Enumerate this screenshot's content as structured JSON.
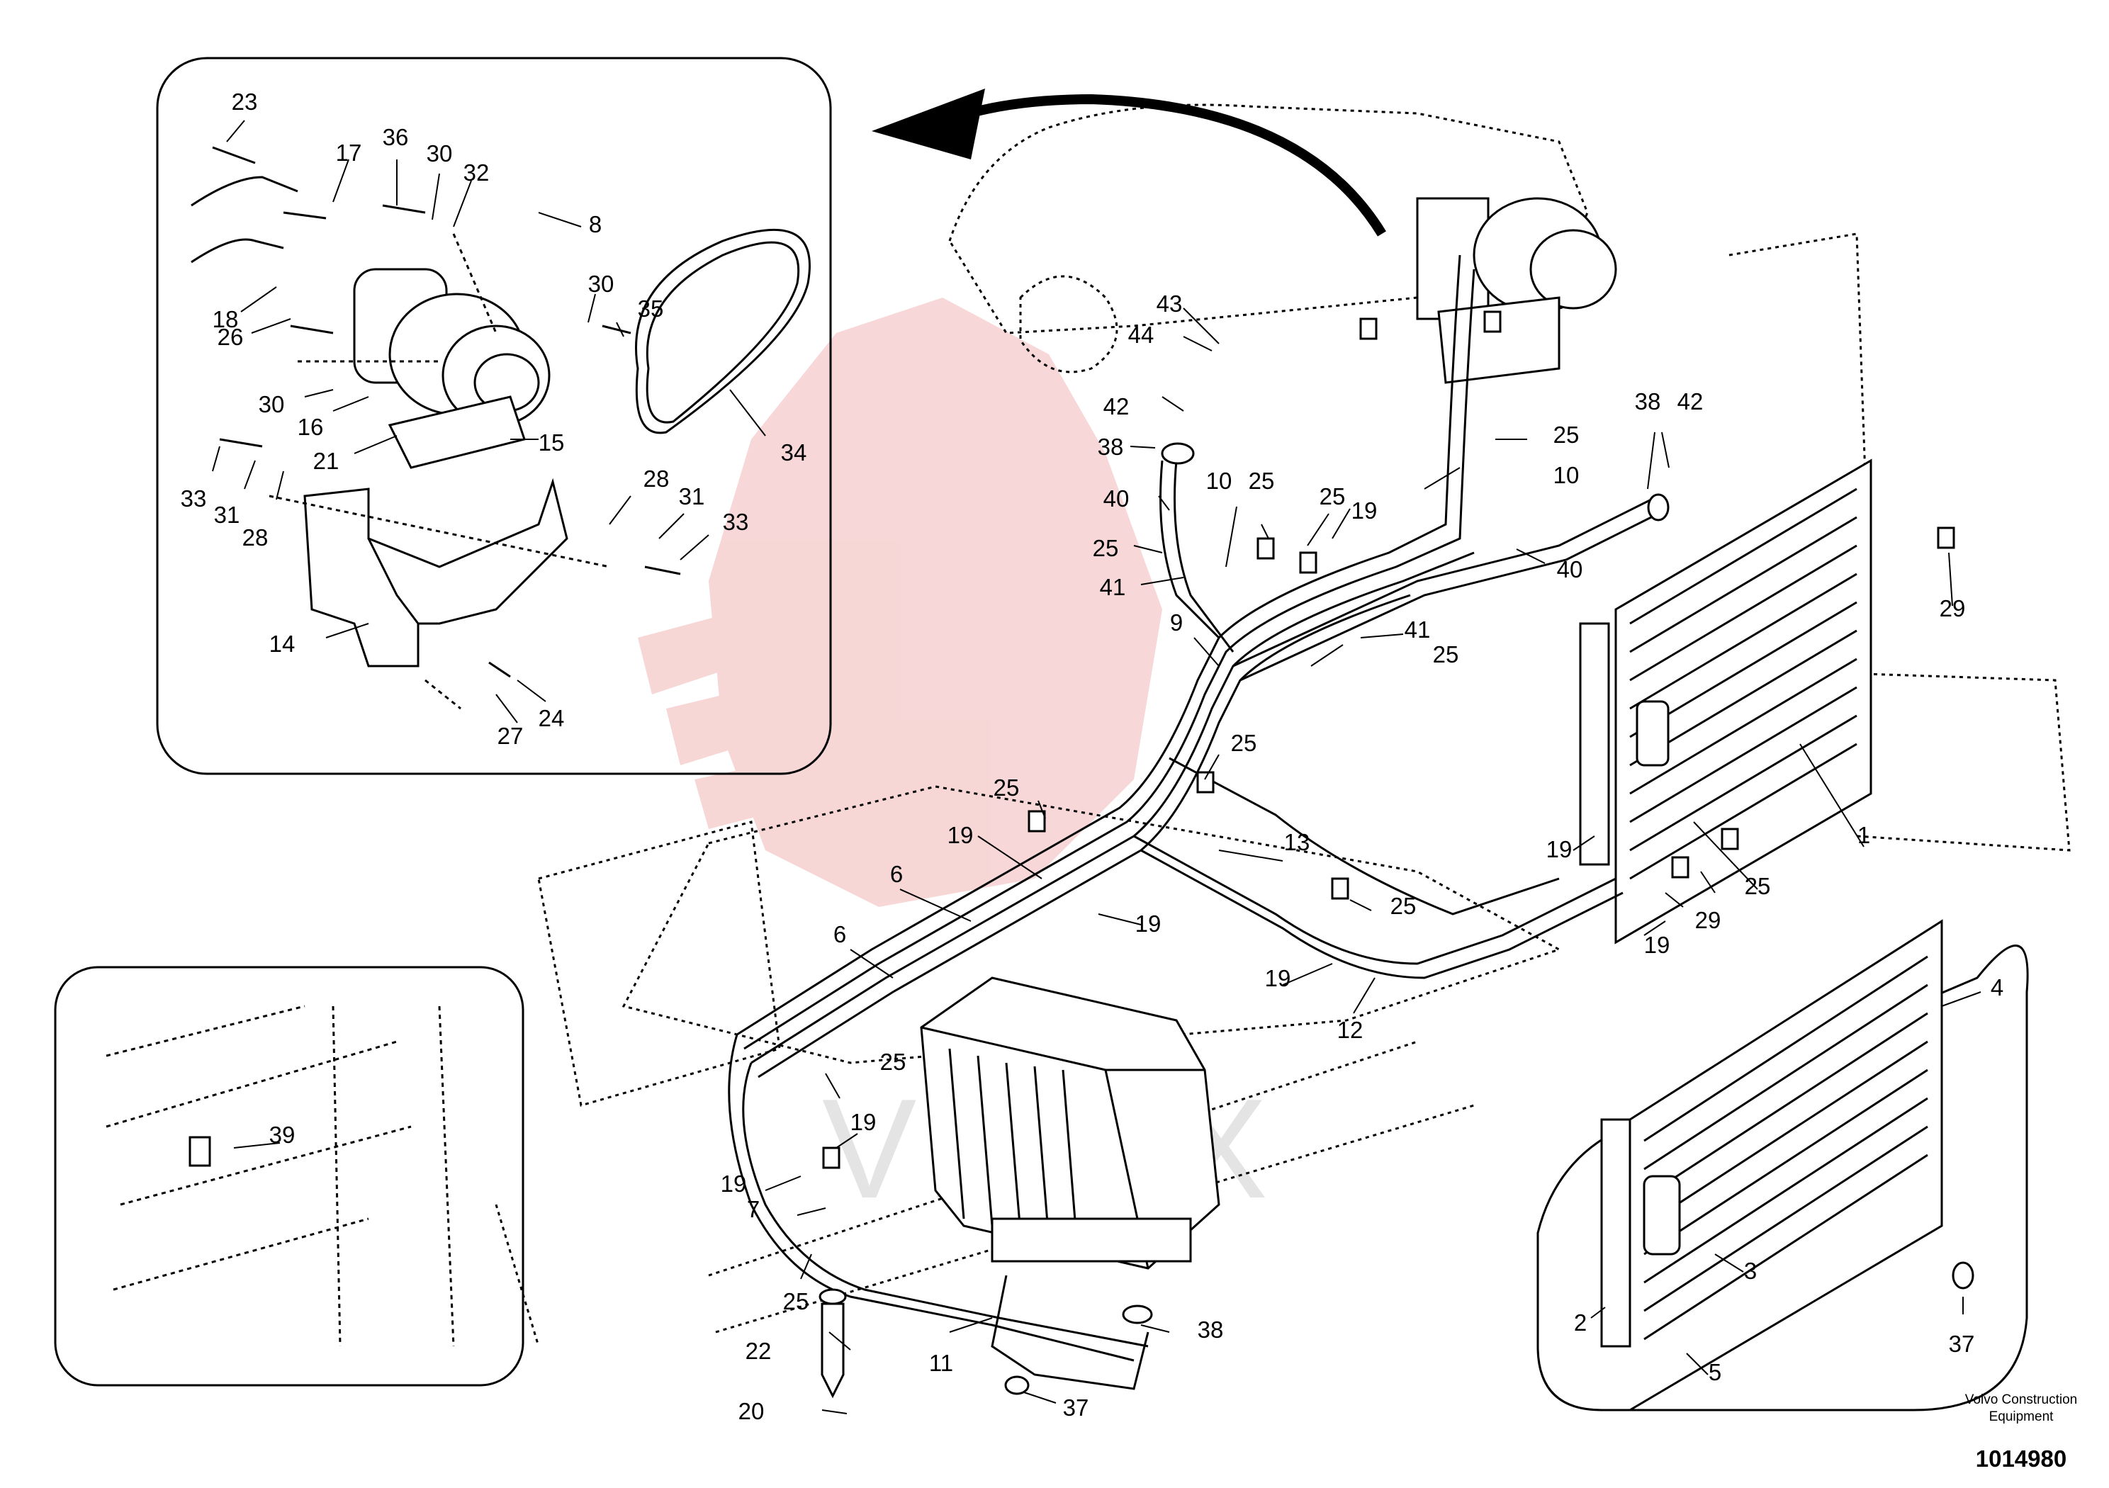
{
  "diagram": {
    "callouts": [
      {
        "id": "c23",
        "text": "23"
      },
      {
        "id": "c17",
        "text": "17"
      },
      {
        "id": "c36",
        "text": "36"
      },
      {
        "id": "c30a",
        "text": "30"
      },
      {
        "id": "c32",
        "text": "32"
      },
      {
        "id": "c8",
        "text": "8"
      },
      {
        "id": "c18",
        "text": "18"
      },
      {
        "id": "c30b",
        "text": "30"
      },
      {
        "id": "c35",
        "text": "35"
      },
      {
        "id": "c26",
        "text": "26"
      },
      {
        "id": "c30c",
        "text": "30"
      },
      {
        "id": "c16",
        "text": "16"
      },
      {
        "id": "c21",
        "text": "21"
      },
      {
        "id": "c15",
        "text": "15"
      },
      {
        "id": "c34",
        "text": "34"
      },
      {
        "id": "c33a",
        "text": "33"
      },
      {
        "id": "c31a",
        "text": "31"
      },
      {
        "id": "c28a",
        "text": "28"
      },
      {
        "id": "c28b",
        "text": "28"
      },
      {
        "id": "c31b",
        "text": "31"
      },
      {
        "id": "c33b",
        "text": "33"
      },
      {
        "id": "c14",
        "text": "14"
      },
      {
        "id": "c24",
        "text": "24"
      },
      {
        "id": "c27",
        "text": "27"
      },
      {
        "id": "c43",
        "text": "43"
      },
      {
        "id": "c44",
        "text": "44"
      },
      {
        "id": "c42a",
        "text": "42"
      },
      {
        "id": "c38a",
        "text": "38"
      },
      {
        "id": "c40a",
        "text": "40"
      },
      {
        "id": "c10a",
        "text": "10"
      },
      {
        "id": "c25a",
        "text": "25"
      },
      {
        "id": "c25b",
        "text": "25"
      },
      {
        "id": "c41a",
        "text": "41"
      },
      {
        "id": "c25c",
        "text": "25"
      },
      {
        "id": "c25d",
        "text": "25"
      },
      {
        "id": "c19a",
        "text": "19"
      },
      {
        "id": "c10b",
        "text": "10"
      },
      {
        "id": "c38b",
        "text": "38"
      },
      {
        "id": "c42b",
        "text": "42"
      },
      {
        "id": "c40b",
        "text": "40"
      },
      {
        "id": "c29a",
        "text": "29"
      },
      {
        "id": "c9",
        "text": "9"
      },
      {
        "id": "c41b",
        "text": "41"
      },
      {
        "id": "c25e",
        "text": "25"
      },
      {
        "id": "c25f",
        "text": "25"
      },
      {
        "id": "c25g",
        "text": "25"
      },
      {
        "id": "c19b",
        "text": "19"
      },
      {
        "id": "c6a",
        "text": "6"
      },
      {
        "id": "c13",
        "text": "13"
      },
      {
        "id": "c1",
        "text": "1"
      },
      {
        "id": "c19c",
        "text": "19"
      },
      {
        "id": "c25h",
        "text": "25"
      },
      {
        "id": "c6b",
        "text": "6"
      },
      {
        "id": "c19d",
        "text": "19"
      },
      {
        "id": "c19e",
        "text": "19"
      },
      {
        "id": "c25i",
        "text": "25"
      },
      {
        "id": "c29b",
        "text": "29"
      },
      {
        "id": "c19f",
        "text": "19"
      },
      {
        "id": "c19g",
        "text": "19"
      },
      {
        "id": "c12",
        "text": "12"
      },
      {
        "id": "c4",
        "text": "4"
      },
      {
        "id": "c39",
        "text": "39"
      },
      {
        "id": "c25j",
        "text": "25"
      },
      {
        "id": "c19h",
        "text": "19"
      },
      {
        "id": "c19i",
        "text": "19"
      },
      {
        "id": "c7",
        "text": "7"
      },
      {
        "id": "c25k",
        "text": "25"
      },
      {
        "id": "c38c",
        "text": "38"
      },
      {
        "id": "c22",
        "text": "22"
      },
      {
        "id": "c11",
        "text": "11"
      },
      {
        "id": "c37a",
        "text": "37"
      },
      {
        "id": "c20",
        "text": "20"
      },
      {
        "id": "c3",
        "text": "3"
      },
      {
        "id": "c2",
        "text": "2"
      },
      {
        "id": "c5",
        "text": "5"
      },
      {
        "id": "c37b",
        "text": "37"
      }
    ]
  },
  "footer": {
    "manufacturer_line1": "Volvo Construction",
    "manufacturer_line2": "Equipment",
    "document_number": "1014980"
  },
  "colors": {
    "line": "#000000",
    "watermark": "#f2c4c4"
  }
}
